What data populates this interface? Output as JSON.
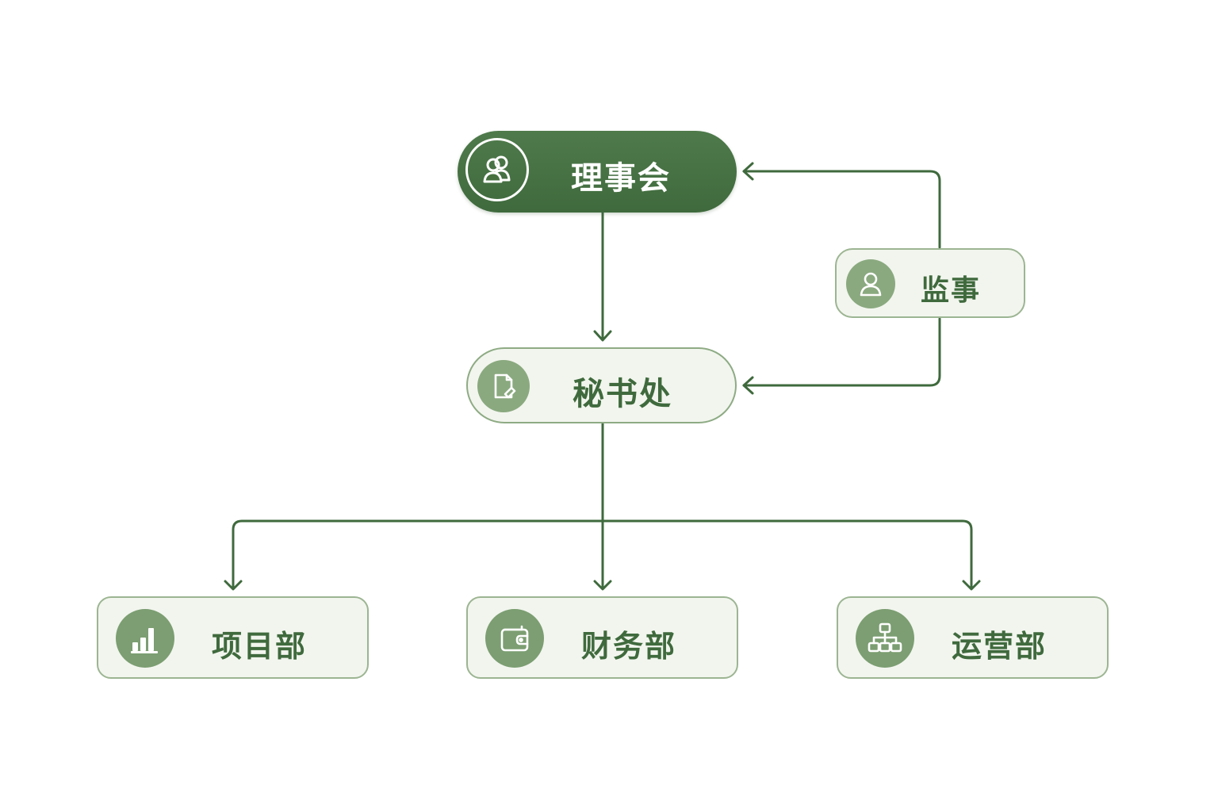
{
  "colors": {
    "primary": "#3f6a3d",
    "node_fill": "#f2f5ee",
    "node_border": "#9cb592",
    "icon_fill": "#8aa97f",
    "connector": "#3f6a3d"
  },
  "nodes": {
    "board": {
      "label": "理事会",
      "icon": "people-icon"
    },
    "supervisor": {
      "label": "监事",
      "icon": "person-icon"
    },
    "secretariat": {
      "label": "秘书处",
      "icon": "document-icon"
    },
    "departments": [
      {
        "label": "项目部",
        "icon": "bar-chart-icon"
      },
      {
        "label": "财务部",
        "icon": "wallet-icon"
      },
      {
        "label": "运营部",
        "icon": "org-chart-icon"
      }
    ]
  },
  "connections": [
    {
      "from": "board",
      "to": "secretariat"
    },
    {
      "from": "supervisor",
      "to": "board"
    },
    {
      "from": "supervisor",
      "to": "secretariat"
    },
    {
      "from": "secretariat",
      "to": "departments.0"
    },
    {
      "from": "secretariat",
      "to": "departments.1"
    },
    {
      "from": "secretariat",
      "to": "departments.2"
    }
  ]
}
